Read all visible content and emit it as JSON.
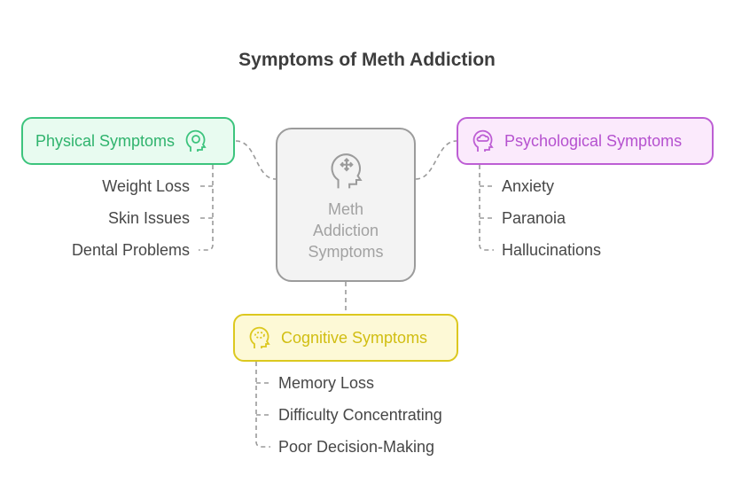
{
  "title": "Symptoms of Meth Addiction",
  "center": {
    "label_lines": [
      "Meth",
      "Addiction",
      "Symptoms"
    ],
    "icon": "head-arrows-icon"
  },
  "branches": {
    "physical": {
      "label": "Physical Symptoms",
      "icon": "head-gear-icon",
      "color": "#3cc47d",
      "items": [
        "Weight Loss",
        "Skin Issues",
        "Dental Problems"
      ]
    },
    "psychological": {
      "label": "Psychological Symptoms",
      "icon": "head-cloud-icon",
      "color": "#bd5ed4",
      "items": [
        "Anxiety",
        "Paranoia",
        "Hallucinations"
      ]
    },
    "cognitive": {
      "label": "Cognitive Symptoms",
      "icon": "head-brain-icon",
      "color": "#dcc81f",
      "items": [
        "Memory Loss",
        "Difficulty Concentrating",
        "Poor Decision-Making"
      ]
    }
  }
}
